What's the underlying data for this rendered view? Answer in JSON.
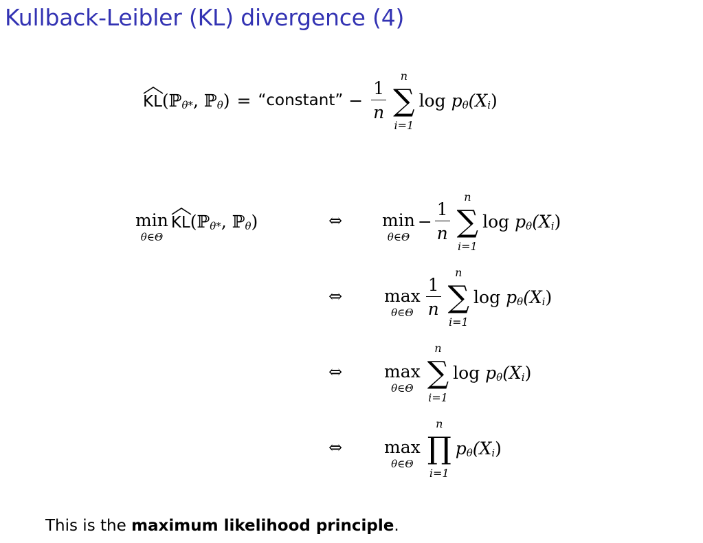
{
  "title": "Kullback-Leibler (KL) divergence (4)",
  "kl": "KL",
  "args": "(ℙ",
  "theta_star": "θ*",
  "comma": ", ℙ",
  "theta": "θ",
  "close": ")",
  "equals": "=",
  "constant": "“constant”",
  "minus": "−",
  "one": "1",
  "n": "n",
  "i1": "i=1",
  "sum": "∑",
  "prod": "∏",
  "log": "log",
  "p": "p",
  "xi_open": "(X",
  "i": "i",
  "xi_close": ")",
  "min": "min",
  "max": "max",
  "under": "θ∈Θ",
  "iff": "⇔",
  "footer": {
    "prefix": "This is the ",
    "bold": "maximum likelihood principle",
    "suffix": "."
  }
}
